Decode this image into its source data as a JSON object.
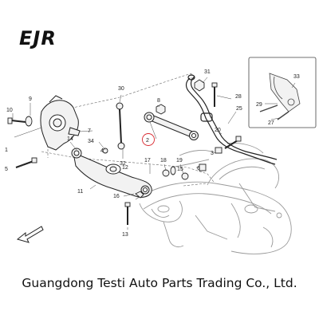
{
  "logo": "EJR",
  "caption": "Guangdong Testi Auto Parts Trading Co., Ltd.",
  "callouts": [
    "1",
    "2",
    "3",
    "4",
    "5",
    "6",
    "7",
    "8",
    "9",
    "10",
    "11",
    "12",
    "13",
    "14",
    "15",
    "16",
    "17",
    "18",
    "19",
    "20",
    "25",
    "27",
    "28",
    "29",
    "30",
    "31",
    "32",
    "33",
    "34"
  ],
  "highlighted_callout": "2",
  "highlight_color": "#d9282f",
  "icons": {
    "direction": "front-direction-arrow-icon"
  }
}
